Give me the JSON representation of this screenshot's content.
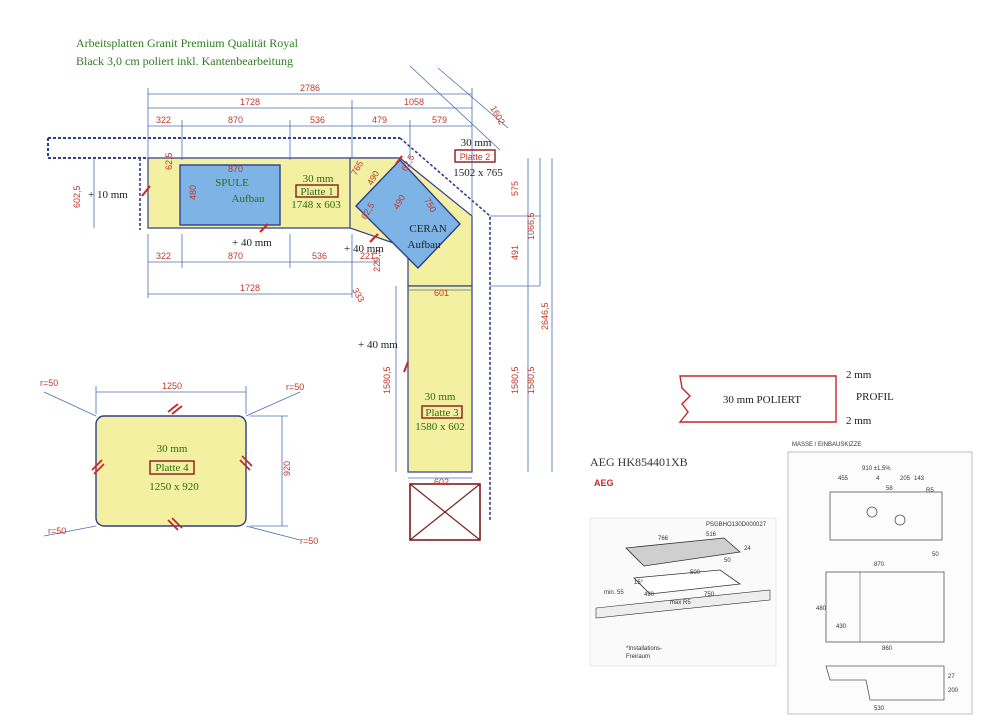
{
  "header": {
    "line1": "Arbeitsplatten Granit Premium Qualität Royal",
    "line2": "Black 3,0 cm poliert inkl. Kantenbearbeitung"
  },
  "colors": {
    "slab": "#f4f0a2",
    "sink": "#7eb3e6",
    "outline": "#2e3f8f",
    "dimension": "#4a6fb5",
    "dim_text": "#c0392b",
    "label_green": "#2e6b14",
    "cut": "#c62828",
    "dark_red": "#7b1e1e"
  },
  "top_dims": {
    "total": "2786",
    "left": "1728",
    "right": "1058",
    "diag": "1602",
    "row": [
      "322",
      "870",
      "536",
      "479",
      "579"
    ]
  },
  "bottom_dims": {
    "row": [
      "322",
      "870",
      "536",
      "221"
    ],
    "total": "1728",
    "d601": "601",
    "d602": "602"
  },
  "left_dims": {
    "depth": "602,5",
    "gap": "+ 10 mm",
    "d625": "62,5",
    "d480": "480"
  },
  "right_dims": {
    "d575": "575",
    "d491": "491",
    "d1066": "1066,5",
    "d2646": "2646,5",
    "d1580a": "1580,5",
    "d1580b": "1580,5",
    "d1580c": "1580,5"
  },
  "mid_dims": {
    "d765": "765",
    "d490a": "490",
    "d490b": "490",
    "d750": "750",
    "d625b": "62,5",
    "d625c": "62,5",
    "d229": "229,5",
    "d333": "333"
  },
  "plus40": [
    "+ 40 mm",
    "+ 40 mm",
    "+ 40 mm"
  ],
  "sink": {
    "label1": "SPULE",
    "label2": "Aufbau",
    "width": "870"
  },
  "ceran": {
    "label1": "CERAN",
    "label2": "Aufbau"
  },
  "plates": [
    {
      "thickness": "30 mm",
      "name": "Platte 1",
      "size": "1748 x 603"
    },
    {
      "thickness": "30 mm",
      "name": "Platte 2",
      "size": "1502 x 765"
    },
    {
      "thickness": "30 mm",
      "name": "Platte 3",
      "size": "1580 x 602"
    },
    {
      "thickness": "30 mm",
      "name": "Platte 4",
      "size": "1250 x 920"
    }
  ],
  "plate4_dims": {
    "width": "1250",
    "height": "920",
    "r_tl": "r=50",
    "r_tr": "r=50",
    "r_bl": "r=50",
    "r_br": "r=50"
  },
  "profile": {
    "label": "30 mm POLIERT",
    "top": "2 mm",
    "bottom": "2 mm",
    "name": "PROFIL"
  },
  "hob": {
    "title": "AEG HK854401XB",
    "brand": "AEG",
    "code": "PSGBHO130D000027",
    "d766": "766",
    "d516": "516",
    "d24": "24",
    "d50": "50",
    "d500": "500",
    "d490": "490",
    "d750": "750",
    "angle": "15°",
    "min": "min. 55",
    "maxr": "max R5",
    "note1": "*Installations-",
    "note2": "Freiraum"
  },
  "sink_sketch": {
    "title": "MASSE / EINBAUSKIZZE",
    "d1": "910 ±1,5%",
    "d455": "455",
    "d4": "4",
    "d58": "58",
    "d205": "205",
    "d143": "143",
    "d1b": "R5",
    "d1000": "870",
    "d480": "480",
    "d430": "430",
    "d860": "860",
    "d530": "530",
    "d27": "27",
    "d200": "200",
    "d50": "50"
  }
}
